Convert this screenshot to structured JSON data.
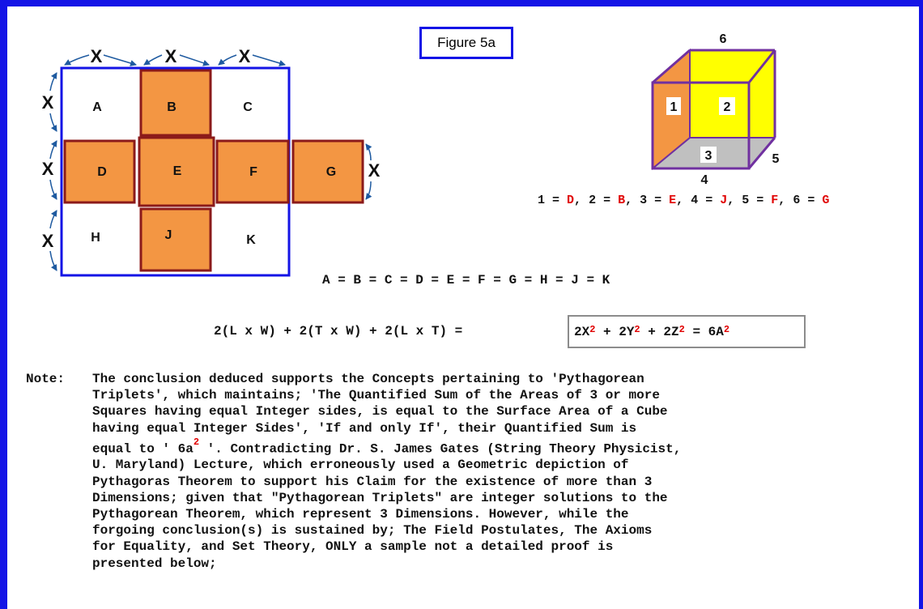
{
  "figure_label": "Figure 5a",
  "net": {
    "top_dims": [
      "X",
      "X",
      "X"
    ],
    "left_dims": [
      "X",
      "X",
      "X"
    ],
    "right_dim": "X",
    "squares": {
      "A": "A",
      "B": "B",
      "C": "C",
      "D": "D",
      "E": "E",
      "F": "F",
      "G": "G",
      "H": "H",
      "J": "J",
      "K": "K"
    }
  },
  "cube": {
    "face_labels": [
      "1",
      "2",
      "3"
    ],
    "edge_labels": [
      "6",
      "5",
      "4"
    ]
  },
  "mapping": [
    {
      "num": "1",
      "val": "D"
    },
    {
      "num": "2",
      "val": "B"
    },
    {
      "num": "3",
      "val": "E"
    },
    {
      "num": "4",
      "val": "J"
    },
    {
      "num": "5",
      "val": "F"
    },
    {
      "num": "6",
      "val": "G"
    }
  ],
  "equality_line": "A = B = C = D = E = F = G = H = J = K",
  "formula": {
    "left": "2(L x W) + 2(T x W) + 2(L x T) =",
    "box": {
      "t1": "2X",
      "e1": "2",
      "t2": " + 2Y",
      "e2": "2",
      "t3": " + 2Z",
      "e3": "2",
      "t4": " = 6A",
      "e4": "2"
    }
  },
  "note": {
    "label": "Note:",
    "line1": "The conclusion deduced supports the Concepts pertaining to 'Pythagorean",
    "line2": "Triplets', which maintains; 'The Quantified Sum of the Areas of 3 or more",
    "line3": "Squares having equal Integer sides, is equal to the Surface Area of a Cube",
    "line4": "having equal Integer Sides', 'If and only If', their Quantified Sum is",
    "line5a": "equal to ' 6a",
    "line5sup": "2",
    "line5b": " '. Contradicting Dr. S. James Gates (String Theory Physicist,",
    "line6": "U. Maryland) Lecture, which erroneously used a Geometric depiction of",
    "line7": "Pythagoras Theorem to support his Claim for the existence of more than 3",
    "line8": "Dimensions; given that \"Pythagorean Triplets\" are integer solutions to the",
    "line9": "Pythagorean Theorem, which represent 3 Dimensions. However, while the",
    "line10": "forgoing conclusion(s) is sustained by; The Field Postulates, The Axioms",
    "line11": "for Equality, and Set Theory, ONLY a sample not a detailed proof is",
    "line12": "presented below;"
  },
  "colors": {
    "frame": "#1414e6",
    "orange": "#f39643",
    "dark_red": "#8b1a1a",
    "cube_yellow": "#ffff00",
    "cube_gray": "#c0c0c0",
    "cube_edge": "#7030a0",
    "highlight_red": "#e00000"
  }
}
